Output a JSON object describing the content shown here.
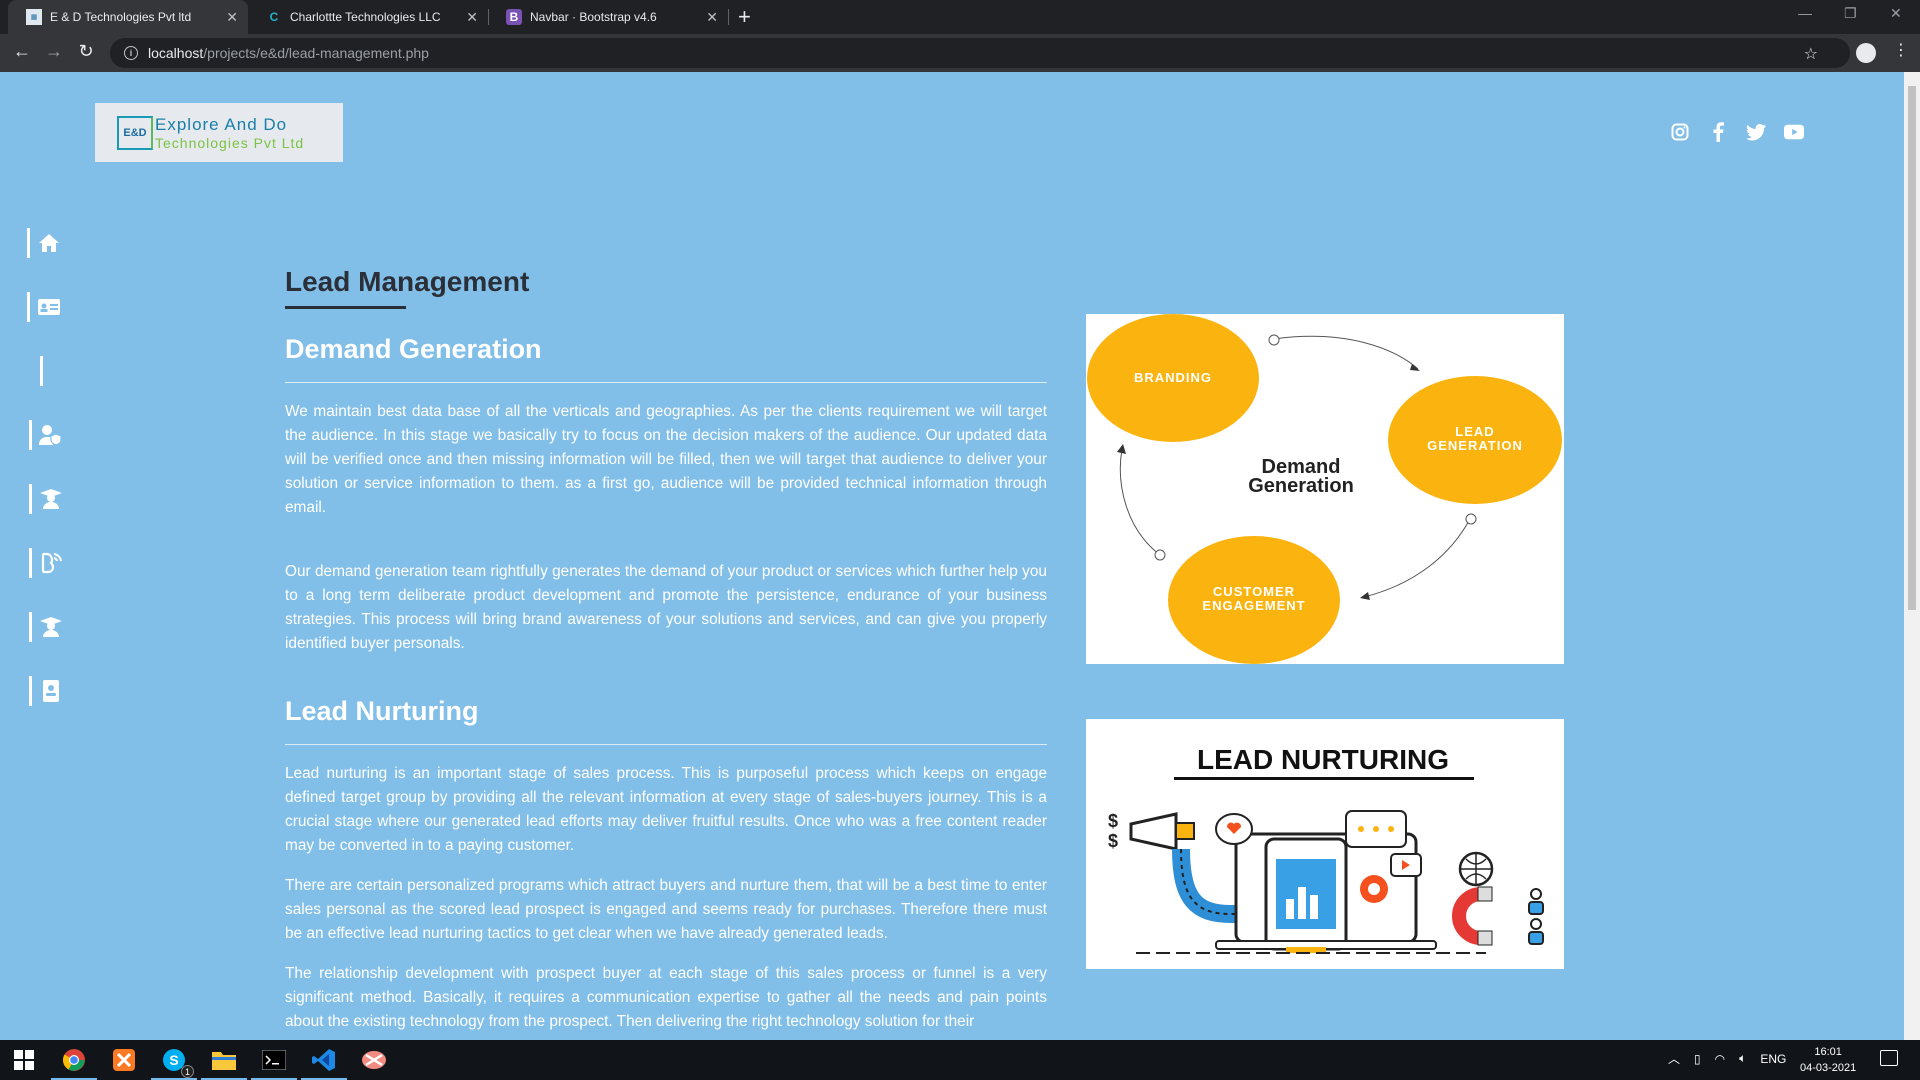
{
  "browser": {
    "tabs": [
      {
        "title": "E & D Technologies Pvt ltd",
        "favicon": "E&D"
      },
      {
        "title": "Charlottte Technologies LLC",
        "favicon": "C"
      },
      {
        "title": "Navbar · Bootstrap v4.6",
        "favicon": "B"
      }
    ],
    "url_host": "localhost",
    "url_path": "/projects/e&d/lead-management.php"
  },
  "site": {
    "logo_badge": "E&D",
    "logo_line1": "Explore And Do",
    "logo_line2": "Technologies Pvt Ltd",
    "social": [
      "instagram-icon",
      "facebook-icon",
      "twitter-icon",
      "youtube-icon"
    ],
    "sidebar": [
      "home-icon",
      "id-card-icon",
      "blank-item",
      "user-shield-icon",
      "graduate-icon",
      "blog-icon",
      "graduate-icon",
      "contact-book-icon"
    ]
  },
  "page": {
    "title": "Lead Management",
    "section1": {
      "heading": "Demand Generation",
      "p1": "We maintain best data base of all the verticals and geographies. As per the clients requirement we will target the audience. In this stage we basically try to focus on the decision makers of the audience. Our updated data will be verified once and then missing information will be filled, then we will target that audience to deliver your solution or service information to them. as a first go, audience will be provided technical information through email.",
      "p2": "Our demand generation team rightfully generates the demand of your product or services which further help you to a long term deliberate product development and promote the persistence, endurance of your business strategies. This process will bring brand awareness of your solutions and services, and can give you properly identified buyer personals."
    },
    "section2": {
      "heading": "Lead Nurturing",
      "p1": "Lead nurturing is an important stage of sales process. This is purposeful process which keeps on engage defined target group by providing all the relevant information at every stage of sales-buyers journey. This is a crucial stage where our generated lead efforts may deliver fruitful results. Once who was a free content reader may be converted in to a paying customer.",
      "p2": "There are certain personalized programs which attract buyers and nurture them, that will be a best time to enter sales personal as the scored lead prospect is engaged and seems ready for purchases. Therefore there must be an effective lead nurturing tactics to get clear when we have already generated leads.",
      "p3": "The relationship development with prospect buyer at each stage of this sales process or funnel is a very significant method. Basically, it requires a communication expertise to gather all the needs and pain points about the existing technology from the prospect. Then delivering the right technology solution for their"
    },
    "diagram1": {
      "branding": "BRANDING",
      "lead_gen_1": "LEAD",
      "lead_gen_2": "GENERATION",
      "cust_1": "CUSTOMER",
      "cust_2": "ENGAGEMENT",
      "center_1": "Demand",
      "center_2": "Generation"
    },
    "diagram2": {
      "title": "LEAD NURTURING"
    }
  },
  "taskbar": {
    "apps": [
      "windows-start-icon",
      "chrome-icon",
      "xampp-icon",
      "skype-icon",
      "file-explorer-icon",
      "terminal-icon",
      "vscode-icon",
      "snipping-tool-icon"
    ],
    "skype_badge": "1",
    "lang": "ENG",
    "time": "16:01",
    "date": "04-03-2021"
  },
  "colors": {
    "page_bg": "#82bfe8",
    "accent_yellow": "#fbb40f",
    "heading_dark": "#2a2f38"
  }
}
